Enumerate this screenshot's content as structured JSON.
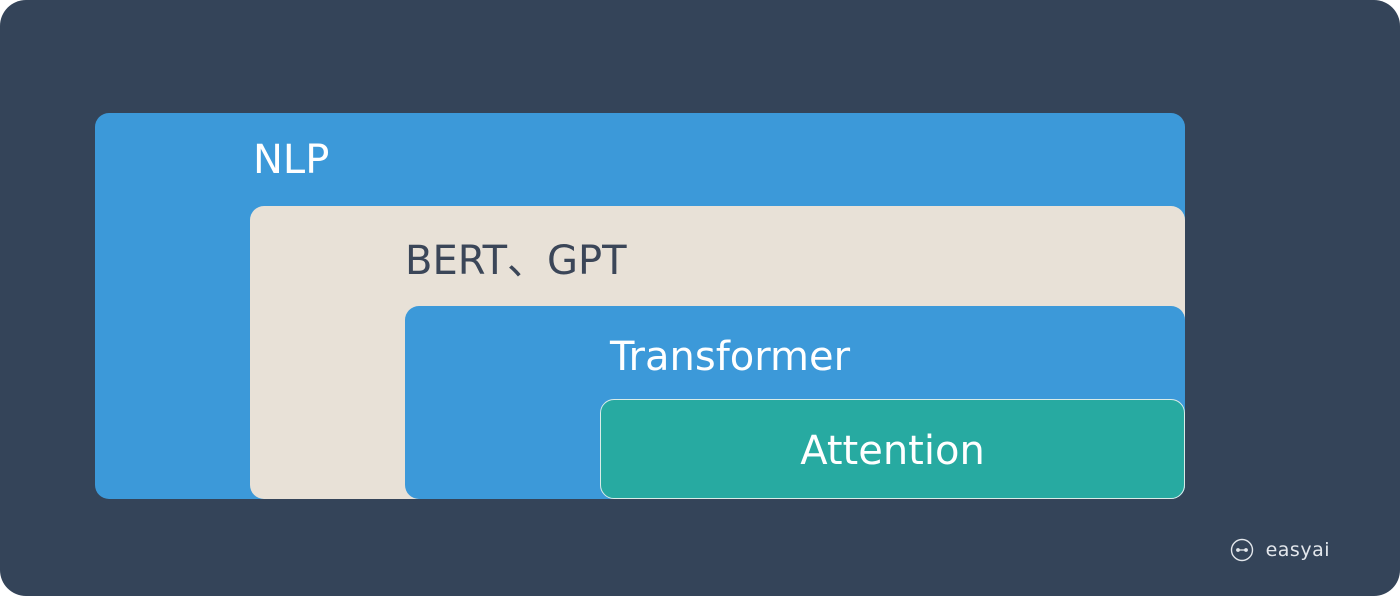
{
  "colors": {
    "background": "#344459",
    "nlp_box": "#3c99d9",
    "bert_box": "#e8e1d7",
    "transformer_box": "#3c99d9",
    "attention_box": "#27aaa1",
    "light_text": "#ffffff",
    "dark_text": "#3b4658",
    "brand_text": "#e3e7ec"
  },
  "diagram": {
    "layers": [
      {
        "label": "NLP"
      },
      {
        "label": "BERT、GPT"
      },
      {
        "label": "Transformer"
      },
      {
        "label": "Attention"
      }
    ]
  },
  "brand": {
    "icon": "easyai-logo-icon",
    "name": "easyai"
  }
}
